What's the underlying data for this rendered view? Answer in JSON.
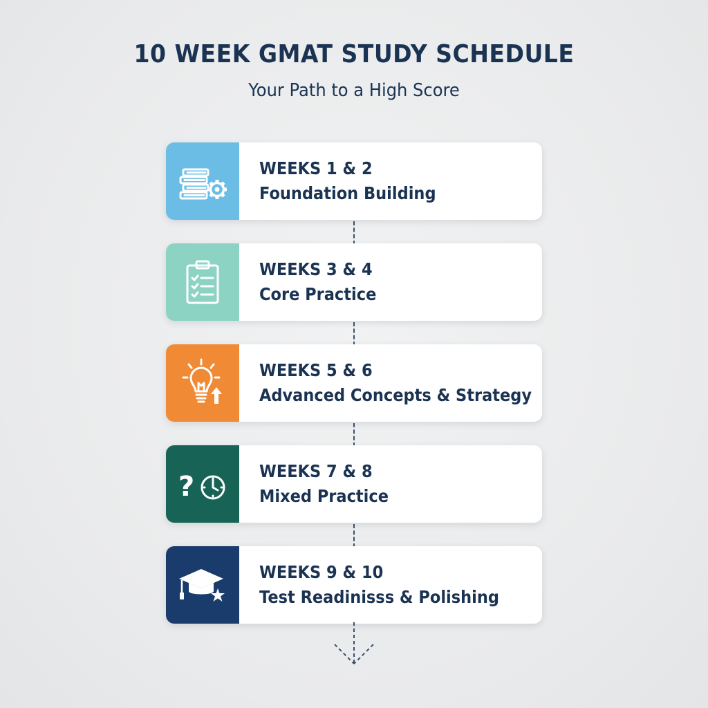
{
  "header": {
    "title": "10 WEEK GMAT STUDY SCHEDULE",
    "subtitle": "Your Path to a High Score"
  },
  "stages": [
    {
      "weeks": "WEEKS 1 & 2",
      "phase": "Foundation Building",
      "color": "#6cbde6",
      "icon": "books-gear-icon"
    },
    {
      "weeks": "WEEKS 3 & 4",
      "phase": "Core Practice",
      "color": "#8dd3c4",
      "icon": "clipboard-checklist-icon"
    },
    {
      "weeks": "WEEKS 5 & 6",
      "phase": "Advanced Concepts & Strategy",
      "color": "#f08a34",
      "icon": "lightbulb-arrow-icon"
    },
    {
      "weeks": "WEEKS 7 & 8",
      "phase": "Mixed Practice",
      "color": "#176456",
      "icon": "question-clock-icon"
    },
    {
      "weeks": "WEEKS 9 & 10",
      "phase": "Test Readinisss & Polishing",
      "color": "#1a3c6c",
      "icon": "graduation-cap-star-icon"
    }
  ],
  "colors": {
    "text": "#1b3352",
    "connector": "#3b4f6b"
  }
}
